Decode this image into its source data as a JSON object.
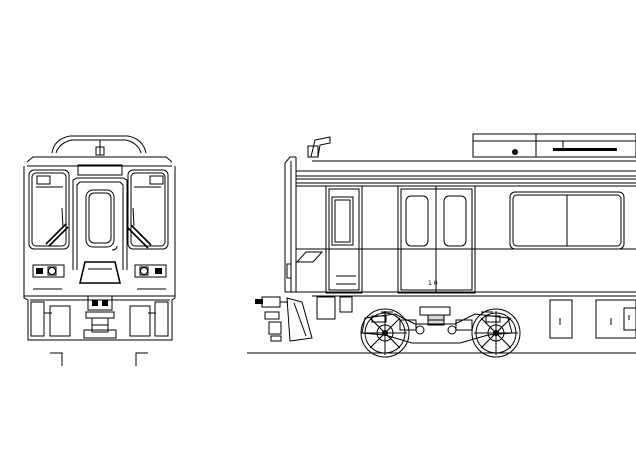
{
  "drawing": {
    "views": [
      {
        "name": "front-elevation"
      },
      {
        "name": "side-elevation"
      }
    ],
    "side_door_marking": "1 0"
  }
}
